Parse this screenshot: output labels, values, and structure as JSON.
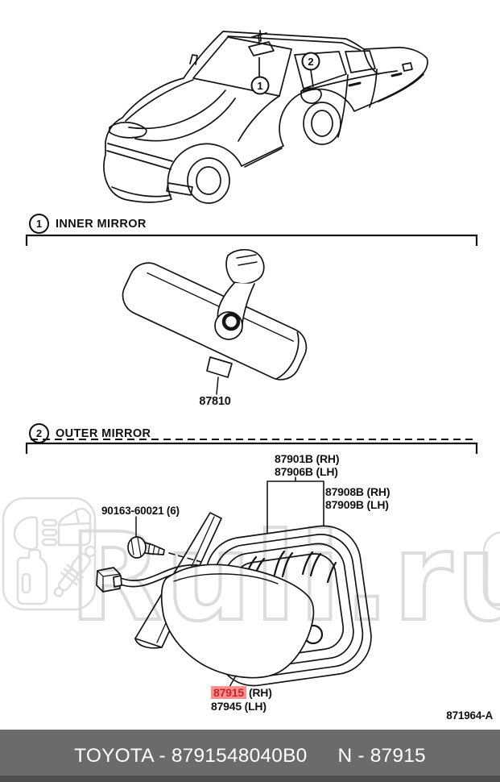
{
  "watermark": {
    "text": "Ruli.ru"
  },
  "sections": [
    {
      "number": "1",
      "title": "INNER MIRROR"
    },
    {
      "number": "2",
      "title": "OUTER MIRROR"
    }
  ],
  "callouts": {
    "inner": "1",
    "outer": "2"
  },
  "parts": {
    "inner_mirror": "87810",
    "outer_assy_rh": "87901B (RH)",
    "outer_assy_lh": "87906B (LH)",
    "glass_rh": "87908B (RH)",
    "glass_lh": "87909B (LH)",
    "screw": "90163-60021 (6)",
    "cover_rh_number": "87915",
    "cover_rh_side": "(RH)",
    "cover_lh": "87945 (LH)"
  },
  "diagram_code": "871964-A",
  "footer": {
    "catalog_number": "TOYOTA - 8791548040B0",
    "part_number": "N - 87915"
  },
  "colors": {
    "highlight_bg": "#f98f8f",
    "highlight_text": "#c1272d",
    "footer_bg": "#6b6b6b",
    "line": "#141414",
    "watermark": "#dcdcdc"
  }
}
